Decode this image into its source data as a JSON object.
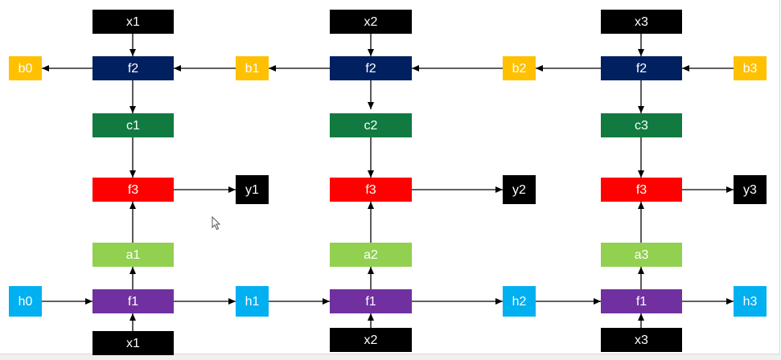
{
  "colors": {
    "input": "#000000",
    "output": "#000000",
    "backward_fn": "#002060",
    "backward_state": "#FFC000",
    "context": "#107A40",
    "combine_fn": "#FF0000",
    "forward_state": "#00B0F0",
    "forward_fn": "#7030A0",
    "annotation": "#92D050",
    "arrow": "#000000"
  },
  "nodes": {
    "x1_top": "x1",
    "x2_top": "x2",
    "x3_top": "x3",
    "b0": "b0",
    "b1": "b1",
    "b2": "b2",
    "b3": "b3",
    "f2_1": "f2",
    "f2_2": "f2",
    "f2_3": "f2",
    "c1": "c1",
    "c2": "c2",
    "c3": "c3",
    "f3_1": "f3",
    "f3_2": "f3",
    "f3_3": "f3",
    "y1": "y1",
    "y2": "y2",
    "y3": "y3",
    "a1": "a1",
    "a2": "a2",
    "a3": "a3",
    "h0": "h0",
    "h1": "h1",
    "h2": "h2",
    "h3": "h3",
    "f1_1": "f1",
    "f1_2": "f1",
    "f1_3": "f1",
    "x1_bottom": "x1",
    "x2_bottom": "x2",
    "x3_bottom": "x3"
  }
}
